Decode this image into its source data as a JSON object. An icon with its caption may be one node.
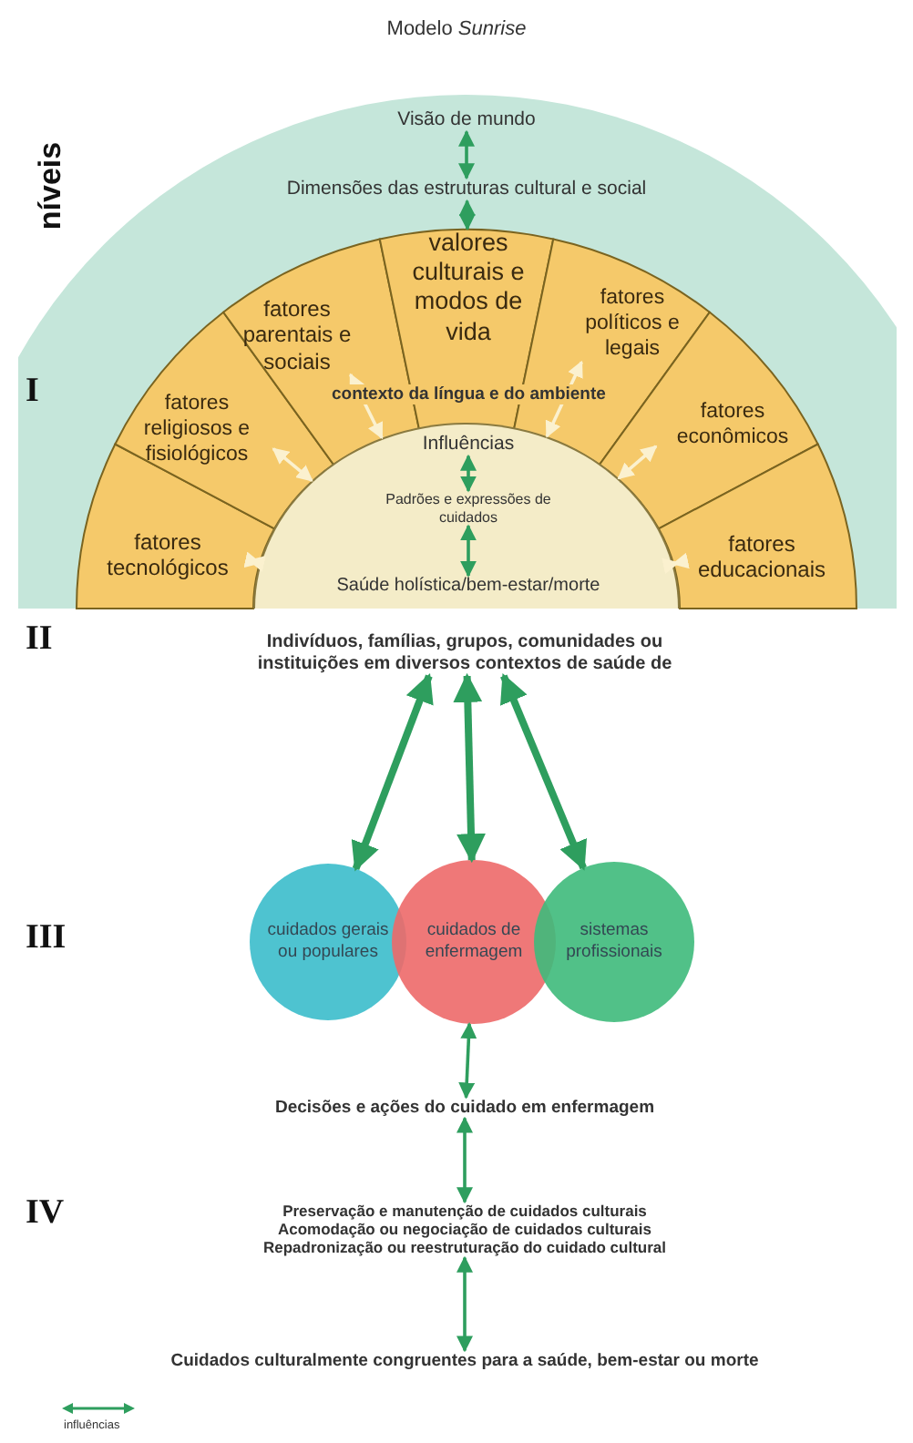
{
  "diagram": {
    "title": "Modelo *Sunrise*",
    "nodes": [
      {
        "text": [
          "Visão de mundo"
        ]
      },
      {
        "text": [
          "Dimensões das estruturas cultural e social"
        ]
      },
      {
        "text": [
          "valores culturais e modos de vida"
        ]
      },
      {
        "text": [
          "fatores parentais e sociais"
        ]
      },
      {
        "text": [
          "fatores políticos e legais"
        ]
      },
      {
        "text": [
          "fatores religiosos e fisiológicos"
        ]
      },
      {
        "text": [
          "fatores econômicos"
        ]
      },
      {
        "text": [
          "fatores tecnológicos"
        ]
      },
      {
        "text": [
          "fatores educacionais"
        ]
      },
      {
        "text": [],
        "shape": "semicircle"
      },
      {
        "text": [
          "Influências"
        ],
        "in": 9
      },
      {
        "text": [
          "Padrões e expressões de cuidados"
        ],
        "in": 9
      },
      {
        "text": [
          "Saúde holística/bem-estar/morte"
        ],
        "in": 9
      },
      {
        "text": [
          "Indivíduos, famílias, grupos, comunidades ou instituições em diversos contextos de saúde de"
        ]
      },
      {
        "text": [
          "cuidados gerais ou populares"
        ]
      },
      {
        "text": [
          "cuidados de enfermagem"
        ]
      },
      {
        "text": [
          "sistemas profissionais"
        ]
      },
      {
        "text": [
          "Decisões e ações do cuidado em enfermagem"
        ]
      },
      {
        "text": [
          "Preservação e manutenção de cuidados culturais",
          "Acomodação ou negociação de cuidados culturais",
          "Repadronização ou reestruturação do cuidado cultural"
        ]
      },
      {
        "text": [
          "Cuidados culturalmente congruentes para a saúde, bem-estar ou morte"
        ]
      }
    ],
    "edges": [
      {
        "from": 0,
        "to": 1,
        "arrow": "both"
      },
      {
        "from": 1,
        "to": 2,
        "arrow": "both"
      },
      {
        "from": 3,
        "to": 9,
        "arrow": "both",
        "color": "#fbf1cf"
      },
      {
        "from": 4,
        "to": 9,
        "arrow": "both",
        "color": "#fbf1cf"
      },
      {
        "from": 5,
        "to": 9,
        "arrow": "both",
        "color": "#fbf1cf"
      },
      {
        "from": 6,
        "to": 9,
        "arrow": "both",
        "color": "#fbf1cf"
      },
      {
        "from": 7,
        "to": 9,
        "arrow": "both",
        "color": "#fbf1cf"
      },
      {
        "from": 8,
        "to": 9,
        "arrow": "both",
        "color": "#fbf1cf"
      },
      {
        "from": 10,
        "to": 11,
        "arrow": "both"
      },
      {
        "from": 11,
        "to": 12,
        "arrow": "both"
      },
      {
        "from": 13,
        "to": 14,
        "arrow": "both",
        "style": "thick"
      },
      {
        "from": 13,
        "to": 15,
        "arrow": "both",
        "style": "thick"
      },
      {
        "from": 13,
        "to": 16,
        "arrow": "both",
        "style": "thick"
      },
      {
        "from": 15,
        "to": 17,
        "arrow": "both"
      },
      {
        "from": 17,
        "to": 18,
        "arrow": "both"
      },
      {
        "from": 18,
        "to": 19,
        "arrow": "both"
      }
    ],
    "labels": [
      "níveis",
      "I",
      "contexto da língua e do ambiente",
      "II",
      "III",
      "IV"
    ],
    "legend": [
      {
        "text": "influências"
      }
    ]
  }
}
